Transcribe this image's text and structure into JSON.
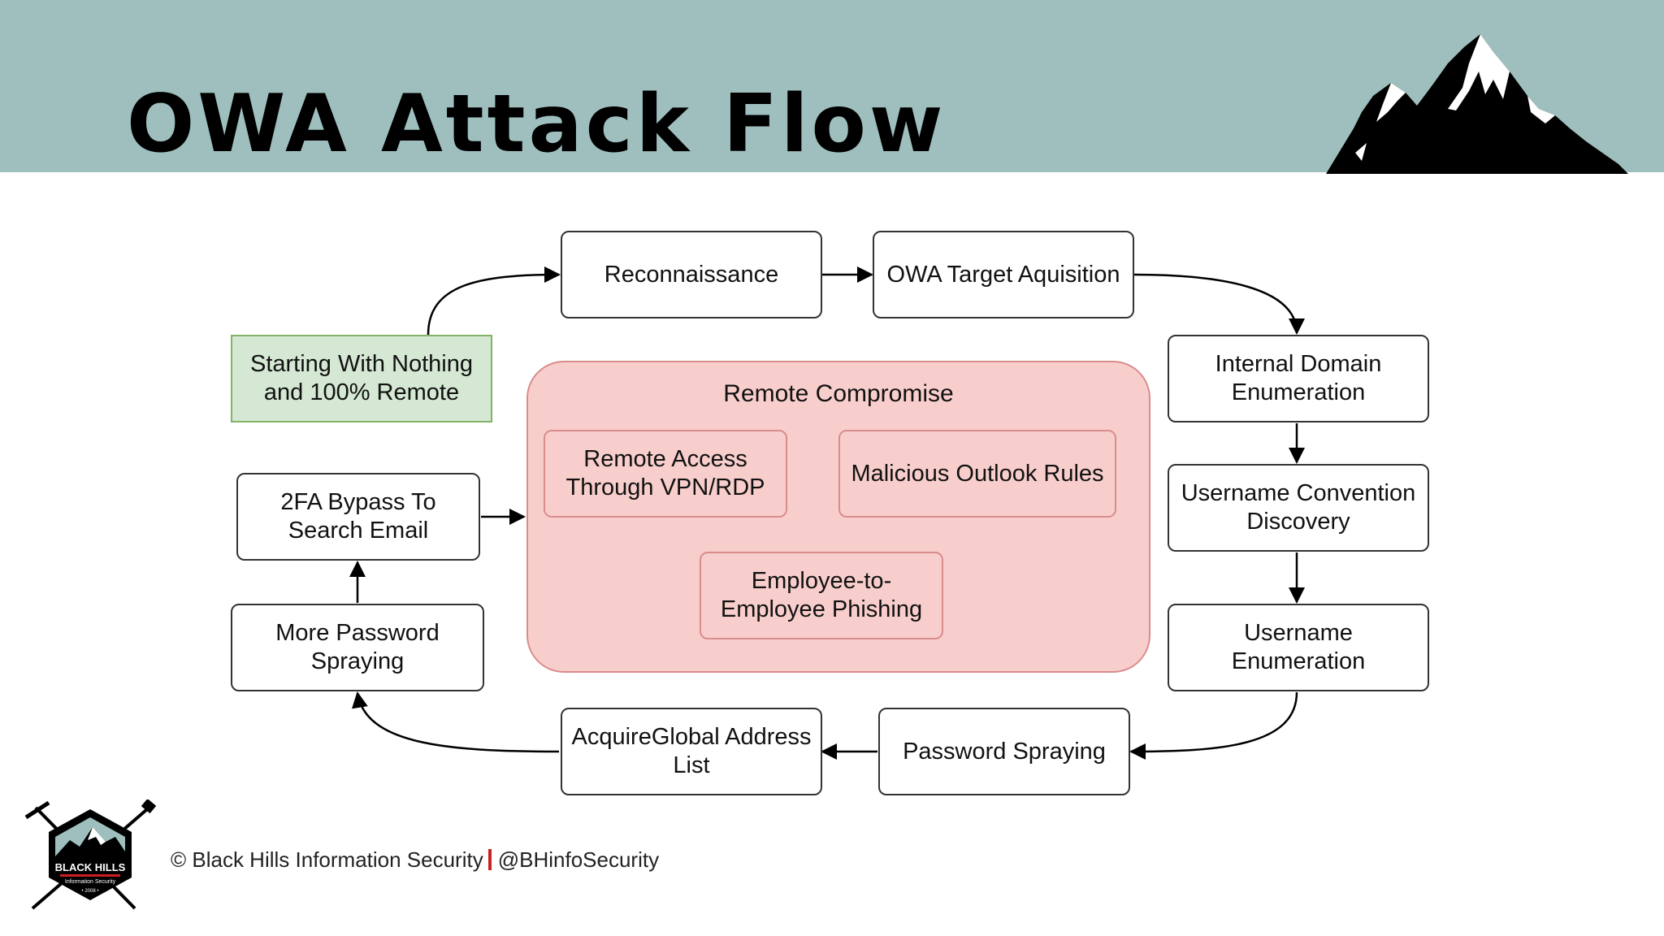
{
  "slide": {
    "title": "OWA Attack Flow",
    "footer": {
      "copyright": "© Black Hills Information Security",
      "handle": "@BHinfoSecurity"
    }
  },
  "logo": {
    "name": "BLACK HILLS",
    "subtitle": "Information Security",
    "year": "• 2008 •"
  },
  "colors": {
    "header": "#9fbfbf",
    "start_node": "#d5e8d4",
    "compromise_region": "#f8cecc",
    "footer_separator": "#cc1f1f"
  },
  "diagram": {
    "start": "Starting With Nothing and 100% Remote",
    "steps": {
      "recon": "Reconnaissance",
      "owa_target": "OWA Target Aquisition",
      "internal_domain": "Internal Domain Enumeration",
      "username_convention": "Username Convention Discovery",
      "username_enum": "Username Enumeration",
      "password_spraying": "Password Spraying",
      "acquire_gal": "AcquireGlobal Address List",
      "more_spraying": "More Password Spraying",
      "twofa_bypass": "2FA Bypass To Search Email"
    },
    "compromise": {
      "title": "Remote Compromise",
      "vpn_rdp": "Remote Access Through VPN/RDP",
      "outlook_rules": "Malicious Outlook Rules",
      "phishing": "Employee-to-Employee Phishing"
    }
  }
}
